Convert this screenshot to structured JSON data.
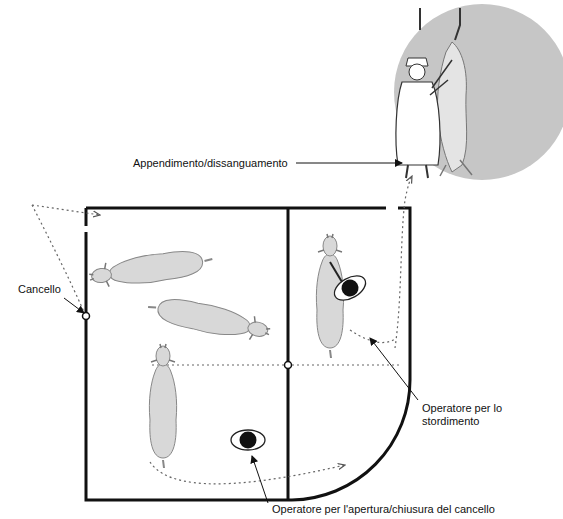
{
  "diagram": {
    "labels": [
      "Appendimento/dissanguamento",
      "Cancello",
      "Operatore per lo stordimento",
      "Operatore per l'apertura/chiusura del cancello"
    ]
  }
}
